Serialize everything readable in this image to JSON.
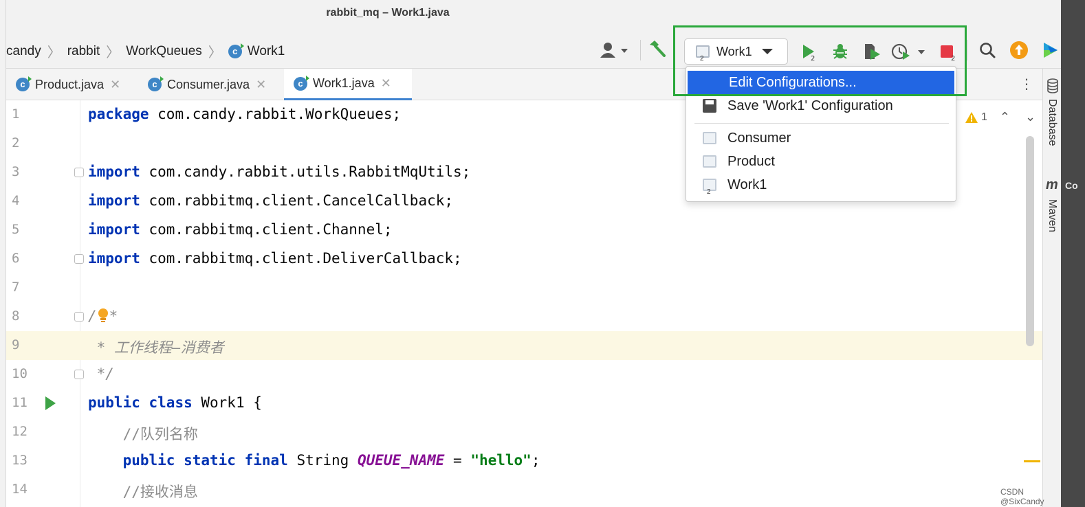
{
  "window": {
    "title": "rabbit_mq – Work1.java"
  },
  "breadcrumbs": [
    "candy",
    "rabbit",
    "WorkQueues",
    "Work1"
  ],
  "tabs": [
    {
      "label": "Product.java"
    },
    {
      "label": "Consumer.java"
    },
    {
      "label": "Work1.java"
    }
  ],
  "toolbar": {
    "run_config": "Work1",
    "run_config_badge": "2",
    "run_badge": "2",
    "stop_badge": "2"
  },
  "dropdown": {
    "edit_label": "Edit Configurations...",
    "save_label": "Save 'Work1' Configuration",
    "configs": [
      {
        "label": "Consumer"
      },
      {
        "label": "Product"
      },
      {
        "label": "Work1",
        "badge": "2"
      }
    ]
  },
  "inspection": {
    "warnings": "1"
  },
  "side_panels": {
    "database": "Database",
    "maven": "Maven",
    "maven_letter": "m"
  },
  "editor": {
    "line_numbers": [
      "1",
      "2",
      "3",
      "4",
      "5",
      "6",
      "7",
      "8",
      "9",
      "10",
      "11",
      "12",
      "13",
      "14"
    ],
    "code": {
      "l1_kw": "package",
      "l1_rest": " com.candy.rabbit.WorkQueues;",
      "l3_kw": "import",
      "l3_rest": " com.candy.rabbit.utils.RabbitMqUtils;",
      "l4_kw": "import",
      "l4_rest": " com.rabbitmq.client.CancelCallback;",
      "l5_kw": "import",
      "l5_rest": " com.rabbitmq.client.Channel;",
      "l6_kw": "import",
      "l6_rest": " com.rabbitmq.client.DeliverCallback;",
      "l8_a": "/",
      "l8_b": "*",
      "l9": " * 工作线程—消费者",
      "l10": " */",
      "l11_kw1": "public",
      "l11_kw2": "class",
      "l11_rest": " Work1 {",
      "l12": "    //队列名称",
      "l13_indent": "    ",
      "l13_kw": "public static final",
      "l13_type": " String ",
      "l13_const": "QUEUE_NAME",
      "l13_eq": " = ",
      "l13_str": "\"hello\"",
      "l13_end": ";",
      "l14": "    //接收消息"
    }
  },
  "watermark": "CSDN @SixCandy",
  "edge_text": "Co",
  "colors": {
    "accent": "#2266e3",
    "highlight_box": "#2aa83b",
    "keyword": "#0033b3",
    "string": "#067d17"
  }
}
